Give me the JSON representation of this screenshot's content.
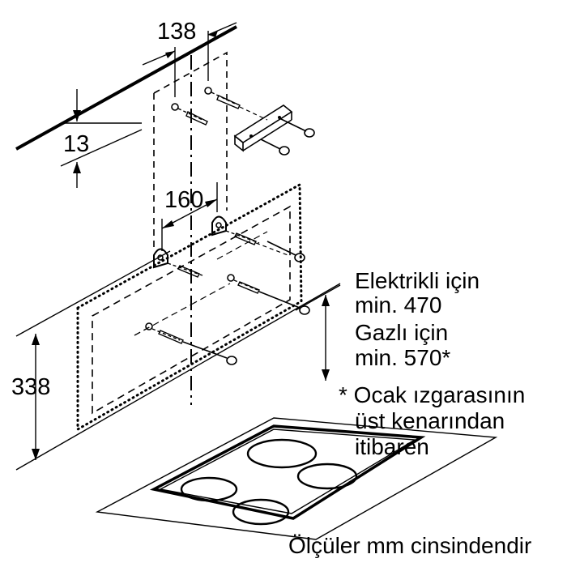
{
  "dimensions": {
    "top_offset": "138",
    "wall_gap": "13",
    "bracket_spacing": "160",
    "height": "338"
  },
  "clearance_notes": {
    "electric_label": "Elektrikli için",
    "electric_value": "min. 470",
    "gas_label": "Gazlı için",
    "gas_value": "min. 570*"
  },
  "footnote": {
    "line1": "* Ocak ızgarasının",
    "line2": "üst kenarından",
    "line3": "itibaren"
  },
  "units_note": "Ölçüler mm cinsindendir"
}
